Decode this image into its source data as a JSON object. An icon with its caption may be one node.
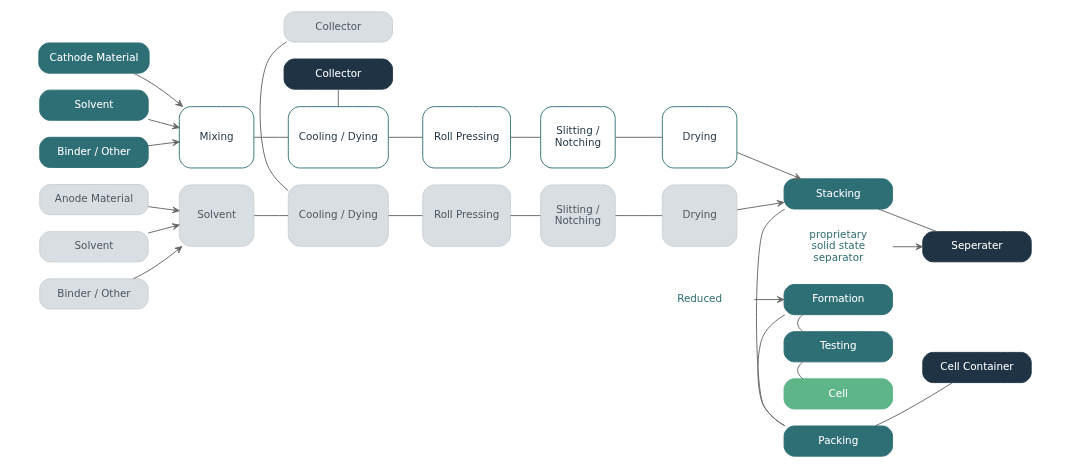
{
  "diagram": {
    "nodes": [
      {
        "text": [
          "Cathode Material"
        ]
      },
      {
        "text": [
          "Solvent"
        ]
      },
      {
        "text": [
          "Binder / Other"
        ]
      },
      {
        "text": [
          "Collector"
        ]
      },
      {
        "text": [
          "Mixing"
        ]
      },
      {
        "text": [
          "Cooling / Dying"
        ]
      },
      {
        "text": [
          "Roll Pressing"
        ]
      },
      {
        "text": [
          "Slitting / Notching"
        ]
      },
      {
        "text": [
          "Drying"
        ]
      },
      {
        "text": [
          "Anode Material"
        ]
      },
      {
        "text": [
          "Solvent"
        ]
      },
      {
        "text": [
          "Binder / Other"
        ]
      },
      {
        "text": [
          "Collector"
        ]
      },
      {
        "text": [
          "Solvent"
        ]
      },
      {
        "text": [
          "Cooling / Dying"
        ]
      },
      {
        "text": [
          "Roll Pressing"
        ]
      },
      {
        "text": [
          "Slitting / Notching"
        ]
      },
      {
        "text": [
          "Drying"
        ]
      },
      {
        "text": [
          "proprietary solid state separator"
        ]
      },
      {
        "text": [
          "Stacking"
        ]
      },
      {
        "text": [
          "Seperater"
        ]
      },
      {
        "text": [
          "Packing"
        ]
      },
      {
        "text": [
          "Cell Container"
        ]
      },
      {
        "text": [
          "Formation"
        ]
      },
      {
        "text": [
          "Reduced"
        ]
      },
      {
        "text": [
          "Testing"
        ]
      },
      {
        "text": [
          "Cell"
        ]
      }
    ],
    "edges": [
      {
        "from": 0,
        "to": 4,
        "arrow": "to"
      },
      {
        "from": 1,
        "to": 4,
        "arrow": "to"
      },
      {
        "from": 2,
        "to": 4,
        "arrow": "to"
      },
      {
        "from": 3,
        "to": 5,
        "arrow": "none"
      },
      {
        "from": 4,
        "to": 5,
        "arrow": "none"
      },
      {
        "from": 5,
        "to": 6,
        "arrow": "none"
      },
      {
        "from": 6,
        "to": 7,
        "arrow": "none"
      },
      {
        "from": 7,
        "to": 8,
        "arrow": "none"
      },
      {
        "from": 8,
        "to": 19,
        "arrow": "to"
      },
      {
        "from": 9,
        "to": 13,
        "arrow": "to"
      },
      {
        "from": 10,
        "to": 13,
        "arrow": "to"
      },
      {
        "from": 11,
        "to": 13,
        "arrow": "to"
      },
      {
        "from": 12,
        "to": 14,
        "arrow": "none"
      },
      {
        "from": 13,
        "to": 14,
        "arrow": "none"
      },
      {
        "from": 14,
        "to": 15,
        "arrow": "none"
      },
      {
        "from": 15,
        "to": 16,
        "arrow": "none"
      },
      {
        "from": 16,
        "to": 17,
        "arrow": "none"
      },
      {
        "from": 17,
        "to": 19,
        "arrow": "to"
      },
      {
        "from": 18,
        "to": 20,
        "arrow": "to"
      },
      {
        "from": 19,
        "to": 20,
        "arrow": "none"
      },
      {
        "from": 21,
        "to": 22,
        "arrow": "none"
      },
      {
        "from": 24,
        "to": 23,
        "arrow": "to"
      },
      {
        "from": 19,
        "to": 21,
        "arrow": "none"
      },
      {
        "from": 21,
        "to": 23,
        "arrow": "none"
      },
      {
        "from": 23,
        "to": 25,
        "arrow": "none"
      },
      {
        "from": 25,
        "to": 26,
        "arrow": "none"
      }
    ]
  }
}
